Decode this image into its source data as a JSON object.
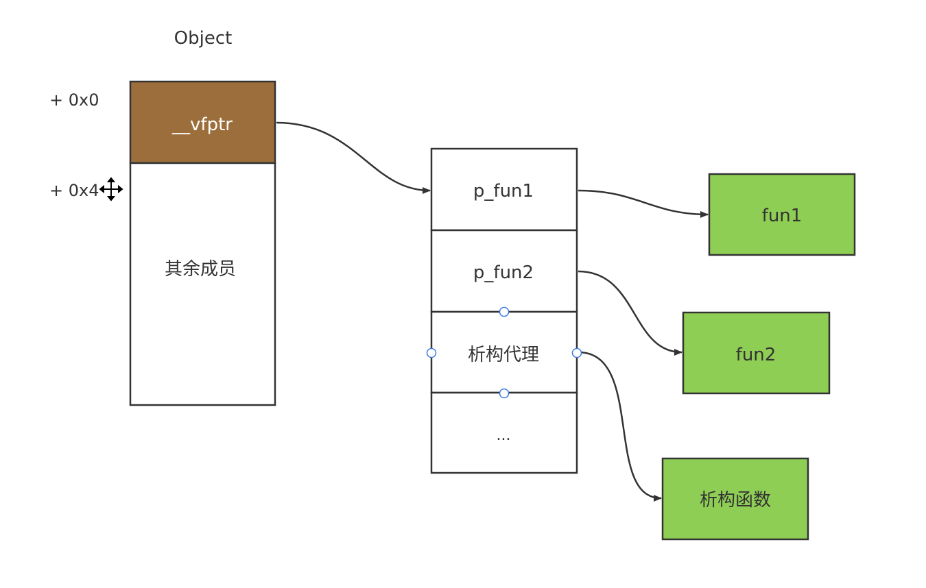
{
  "title": "Object",
  "offsets": [
    "+ 0x0",
    "+ 0x4"
  ],
  "object_layout": [
    {
      "label": "__vfptr",
      "fill": "#9c6e3b",
      "text_color": "#ffffff"
    },
    {
      "label": "其余成员",
      "fill": "#ffffff",
      "text_color": "#333333"
    }
  ],
  "vtable": [
    "p_fun1",
    "p_fun2",
    "析构代理",
    "..."
  ],
  "functions": [
    "fun1",
    "fun2",
    "析构函数"
  ],
  "colors": {
    "vfptr_fill": "#9c6e3b",
    "function_fill": "#8fce55",
    "stroke": "#333333",
    "selection_handle": "#3a78e0"
  },
  "cursor_icon": "move-cursor-icon"
}
